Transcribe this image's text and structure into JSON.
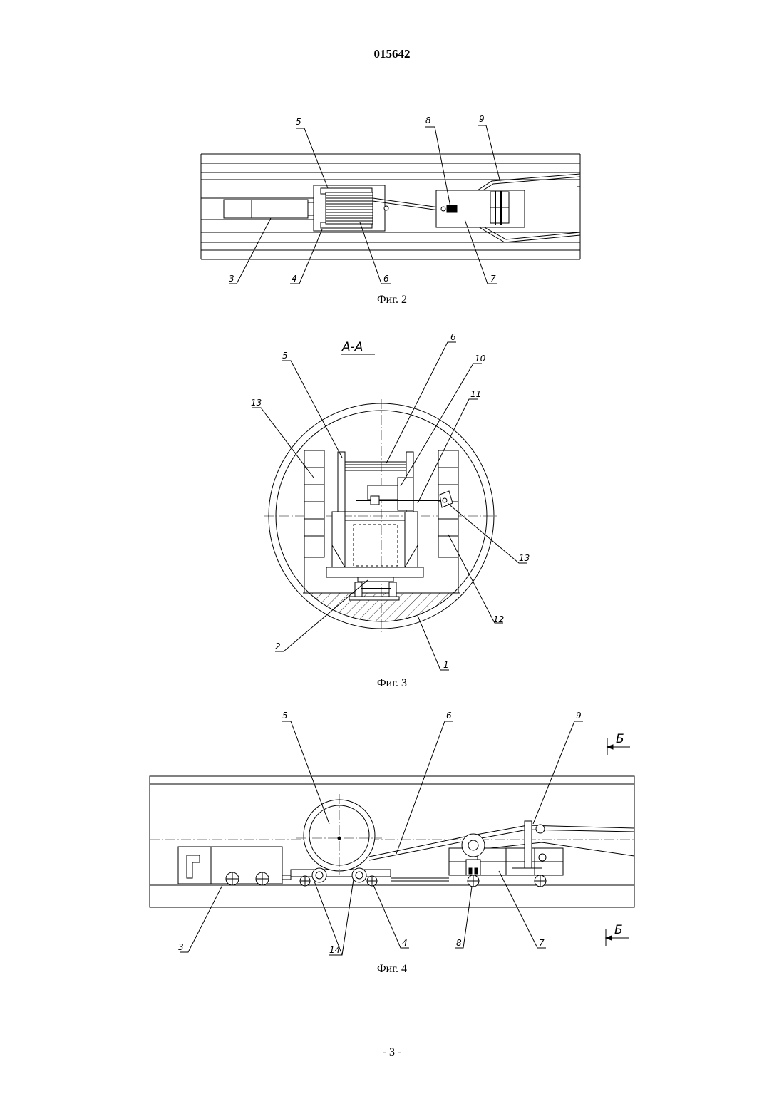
{
  "document": {
    "number": "015642",
    "page_number": "- 3 -"
  },
  "fig2": {
    "caption": "Фиг. 2",
    "callouts": [
      "5",
      "8",
      "9",
      "3",
      "4",
      "6",
      "7"
    ]
  },
  "fig3": {
    "caption": "Фиг. 3",
    "section_label": "А-А",
    "callouts": [
      "5",
      "6",
      "10",
      "11",
      "13",
      "12",
      "13",
      "2",
      "1"
    ]
  },
  "fig4": {
    "caption": "Фиг. 4",
    "section_mark": "Б",
    "callouts": [
      "5",
      "6",
      "9",
      "3",
      "14",
      "4",
      "8",
      "7"
    ]
  }
}
